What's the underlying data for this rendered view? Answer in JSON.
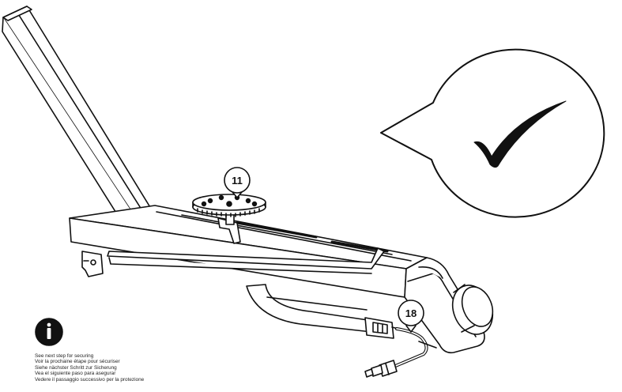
{
  "callouts": [
    {
      "label": "11"
    },
    {
      "label": "18"
    }
  ],
  "info": {
    "icon": "info-icon",
    "lines": [
      "See next step for securing",
      "Voir la prochaine étape pour sécuriser",
      "Siehe nächster Schritt zur Sicherung",
      "Vea el siguiente paso para asegurar",
      "Vedere il passaggio successivo per la protezione"
    ]
  },
  "check_bubble": {
    "icon": "checkmark-icon"
  },
  "colors": {
    "line": "#111111",
    "fill": "#ffffff"
  }
}
